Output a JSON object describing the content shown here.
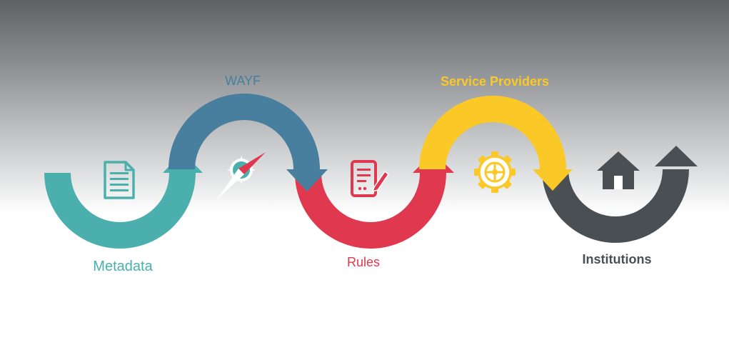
{
  "stages": [
    {
      "id": "metadata",
      "label": "Metadata",
      "color": "#4aafad",
      "icon": "document-icon"
    },
    {
      "id": "wayf",
      "label": "WAYF",
      "color": "#487f9f",
      "icon": "compass-icon"
    },
    {
      "id": "rules",
      "label": "Rules",
      "color": "#e0384f",
      "icon": "contract-icon"
    },
    {
      "id": "service_providers",
      "label": "Service Providers",
      "color": "#fbc927",
      "icon": "gear-icon"
    },
    {
      "id": "institutions",
      "label": "Institutions",
      "color": "#4a4f54",
      "icon": "home-icon"
    }
  ]
}
